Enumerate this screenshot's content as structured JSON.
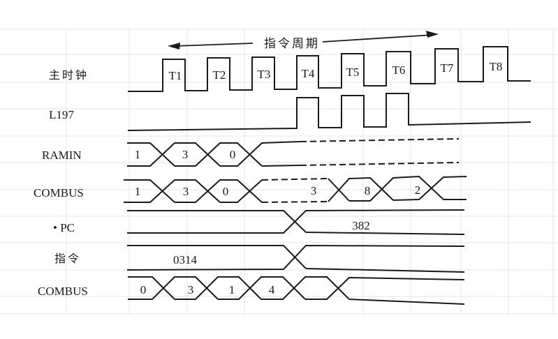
{
  "diagram": {
    "type": "timing-diagram",
    "cycle_label": "指令周期",
    "clock_phases": [
      "T1",
      "T2",
      "T3",
      "T4",
      "T5",
      "T6",
      "T7",
      "T8"
    ],
    "signals": [
      {
        "name": "主时钟",
        "kind": "clock"
      },
      {
        "name": "L197",
        "kind": "pulse",
        "pulses_during": [
          "T4",
          "T5",
          "T6"
        ]
      },
      {
        "name": "RAMIN",
        "kind": "bus",
        "values": [
          "1",
          "3",
          "0"
        ],
        "then": "undefined (dashed)"
      },
      {
        "name": "COMBUS",
        "kind": "bus",
        "values": [
          "1",
          "3",
          "0",
          "3",
          "8",
          "2"
        ],
        "note": "undefined (dashed) before 3"
      },
      {
        "name": "• PC",
        "kind": "bus",
        "values": [
          "",
          "382"
        ]
      },
      {
        "name": "指令",
        "kind": "bus",
        "values": [
          "0314",
          ""
        ]
      },
      {
        "name": "COMBUS",
        "kind": "bus",
        "values": [
          "0",
          "3",
          "1",
          "4"
        ]
      }
    ]
  },
  "labels": {
    "clock": "主时钟",
    "l197": "L197",
    "ramin": "RAMIN",
    "combus1": "COMBUS",
    "pc": "• PC",
    "instr": "指令",
    "combus2": "COMBUS"
  },
  "values": {
    "ramin": [
      "1",
      "3",
      "0"
    ],
    "combus1": [
      "1",
      "3",
      "0",
      "3",
      "8",
      "2"
    ],
    "pc": "382",
    "instr": "0314",
    "combus2": [
      "0",
      "3",
      "1",
      "4"
    ]
  },
  "colors": {
    "ink": "#1a1a1a",
    "paper": "#ffffff",
    "bleed": "#dadada"
  }
}
